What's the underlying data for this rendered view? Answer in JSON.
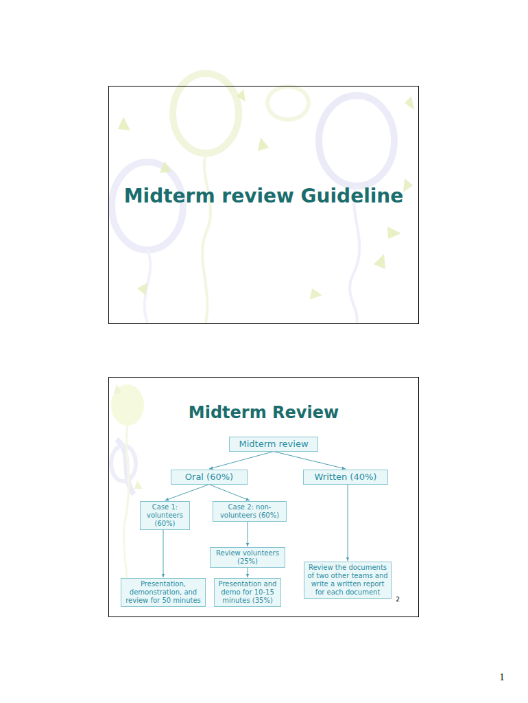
{
  "diagram": {
    "title": "Midterm Review",
    "nodes": [
      {
        "text": [
          "Midterm review"
        ]
      },
      {
        "text": [
          "Oral (60%)"
        ]
      },
      {
        "text": [
          "Written (40%)"
        ]
      },
      {
        "text": [
          "Case 1: volunteers (60%)"
        ]
      },
      {
        "text": [
          "Case 2: non-volunteers (60%)"
        ]
      },
      {
        "text": [
          "Review volunteers (25%)"
        ]
      },
      {
        "text": [
          "Presentation, demonstration, and review for 50 minutes"
        ]
      },
      {
        "text": [
          "Presentation and demo for 10-15 minutes (35%)"
        ]
      },
      {
        "text": [
          "Review the documents of two other teams and write a written report for each document"
        ]
      }
    ],
    "edges": [
      {
        "from": 0,
        "to": 1,
        "arrow": "to"
      },
      {
        "from": 0,
        "to": 2,
        "arrow": "to"
      },
      {
        "from": 1,
        "to": 3,
        "arrow": "to"
      },
      {
        "from": 1,
        "to": 4,
        "arrow": "to"
      },
      {
        "from": 2,
        "to": 8,
        "arrow": "to"
      },
      {
        "from": 3,
        "to": 6,
        "arrow": "to"
      },
      {
        "from": 4,
        "to": 5,
        "arrow": "to"
      },
      {
        "from": 5,
        "to": 7,
        "arrow": "to"
      }
    ],
    "labels": [
      "Midterm review Guideline",
      "2",
      "1"
    ]
  }
}
